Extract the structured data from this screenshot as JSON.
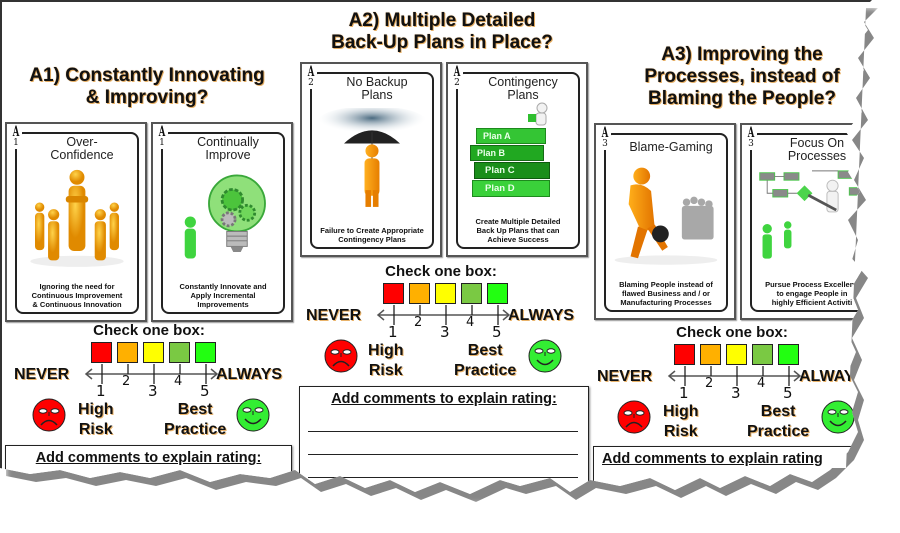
{
  "sections": [
    {
      "id": "A1",
      "title_line1": "A1) Constantly Innovating",
      "title_line2": "& Improving?",
      "cards": [
        {
          "corner_suit": "A",
          "corner_num": "1",
          "title_line1": "Over-",
          "title_line2": "Confidence",
          "caption_line1": "Ignoring the need for",
          "caption_line2": "Continuous Improvement",
          "caption_line3": "& Continuous Innovation",
          "art": "group-of-people-leader-icon"
        },
        {
          "corner_suit": "A",
          "corner_num": "1",
          "title_line1": "Continually",
          "title_line2": "Improve",
          "caption_line1": "Constantly Innovate and",
          "caption_line2": "Apply Incremental",
          "caption_line3": "Improvements",
          "art": "lightbulb-gears-icon"
        }
      ]
    },
    {
      "id": "A2",
      "title_line1": "A2) Multiple Detailed",
      "title_line2": "Back-Up Plans in Place?",
      "cards": [
        {
          "corner_suit": "A",
          "corner_num": "2",
          "title_line1": "No Backup",
          "title_line2": "Plans",
          "caption_line1": "Failure to Create Appropriate",
          "caption_line2": "Contingency Plans",
          "caption_line3": "",
          "art": "person-umbrella-storm-icon"
        },
        {
          "corner_suit": "A",
          "corner_num": "2",
          "title_line1": "Contingency",
          "title_line2": "Plans",
          "caption_line1": "Create Multiple Detailed",
          "caption_line2": "Back Up Plans that can",
          "caption_line3": "Achieve Success",
          "art": "plan-books-stack-icon",
          "books": [
            "Plan A",
            "Plan B",
            "Plan C",
            "Plan D"
          ]
        }
      ]
    },
    {
      "id": "A3",
      "title_line1": "A3) Improving the",
      "title_line2": "Processes, instead of",
      "title_line3": "Blaming the People?",
      "cards": [
        {
          "corner_suit": "A",
          "corner_num": "3",
          "title_line1": "Blame-Gaming",
          "title_line2": "",
          "caption_line1": "Blaming People instead of",
          "caption_line2": "flawed Business and / or",
          "caption_line3": "Manufacturing Processes",
          "art": "bowling-person-blame-icon"
        },
        {
          "corner_suit": "A",
          "corner_num": "3",
          "title_line1": "Focus On",
          "title_line2": "Processes",
          "caption_line1": "Pursue Process Excelleng",
          "caption_line2": "to engage People in",
          "caption_line3": "highly Efficient Activiti",
          "art": "process-flowchart-icon"
        }
      ]
    }
  ],
  "rating": {
    "check_label": "Check one box:",
    "never_label": "NEVER",
    "always_label": "ALWAYS",
    "always_label_truncated": "ALWAY",
    "scale_numbers": [
      "1",
      "2",
      "3",
      "4",
      "5"
    ],
    "box_colors": [
      "#ff0000",
      "#ffb000",
      "#ffff00",
      "#7ac943",
      "#22ff11"
    ],
    "high_risk_line1": "High",
    "high_risk_line2": "Risk",
    "best_practice_line1": "Best",
    "best_practice_line2": "Practice",
    "sad_face_color": "#ff0000",
    "happy_face_color": "#33ee33"
  },
  "comments": {
    "label": "Add comments to explain rating:",
    "label_truncated": "Add comments to explain rating"
  }
}
